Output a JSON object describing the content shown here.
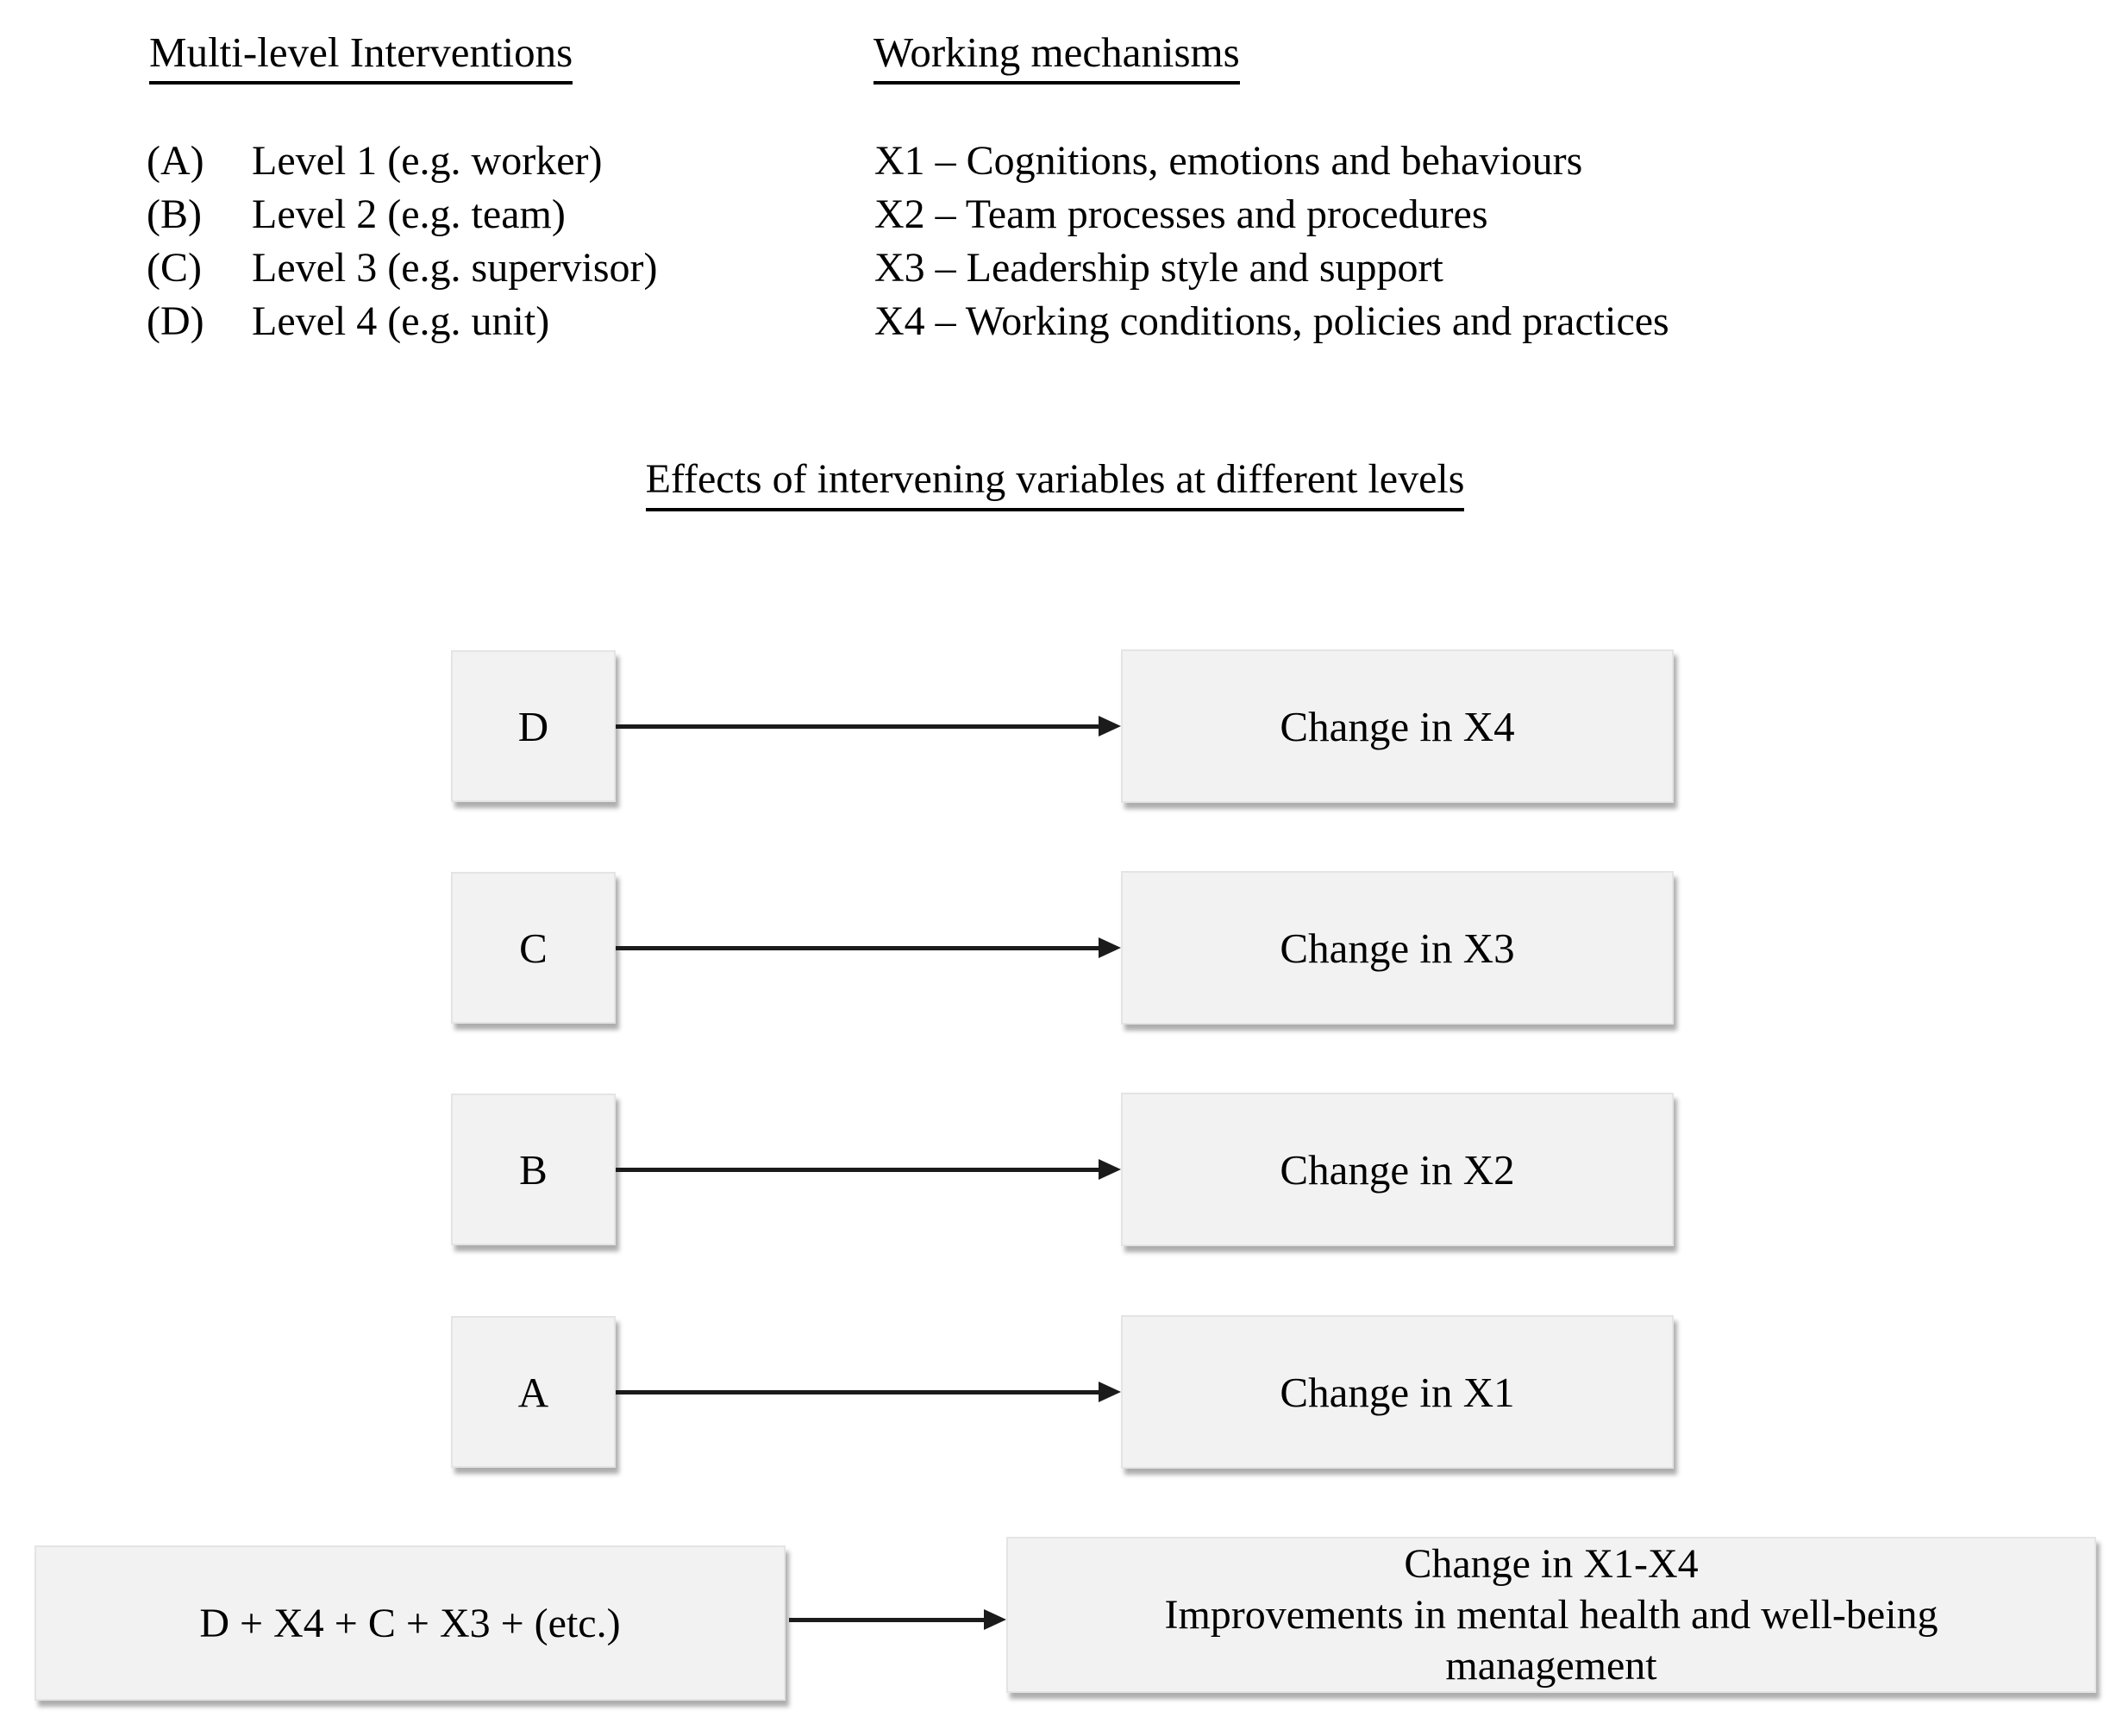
{
  "legend": {
    "interventions": {
      "title": "Multi-level Interventions",
      "items": [
        {
          "key": "(A)",
          "label": "Level 1 (e.g. worker)"
        },
        {
          "key": "(B)",
          "label": "Level 2 (e.g. team)"
        },
        {
          "key": "(C)",
          "label": "Level 3 (e.g. supervisor)"
        },
        {
          "key": "(D)",
          "label": "Level 4 (e.g. unit)"
        }
      ]
    },
    "mechanisms": {
      "title": "Working mechanisms",
      "items": [
        "X1 – Cognitions, emotions and behaviours",
        "X2 – Team processes and procedures",
        "X3 – Leadership style and support",
        "X4 – Working conditions, policies and practices"
      ]
    }
  },
  "diagram": {
    "title": "Effects of intervening variables at different levels",
    "rows": [
      {
        "source": "D",
        "target": "Change in X4"
      },
      {
        "source": "C",
        "target": "Change in X3"
      },
      {
        "source": "B",
        "target": "Change in X2"
      },
      {
        "source": "A",
        "target": "Change in X1"
      }
    ],
    "summary": {
      "source": "D + X4 + C + X3 + (etc.)",
      "target_line1": "Change in X1-X4",
      "target_line2": "Improvements in mental health and well-being management"
    }
  },
  "colors": {
    "background": "#ffffff",
    "box_fill": "#f2f2f2",
    "box_border": "#e4e4e4",
    "arrow": "#1b1b1b",
    "text": "#000000"
  }
}
